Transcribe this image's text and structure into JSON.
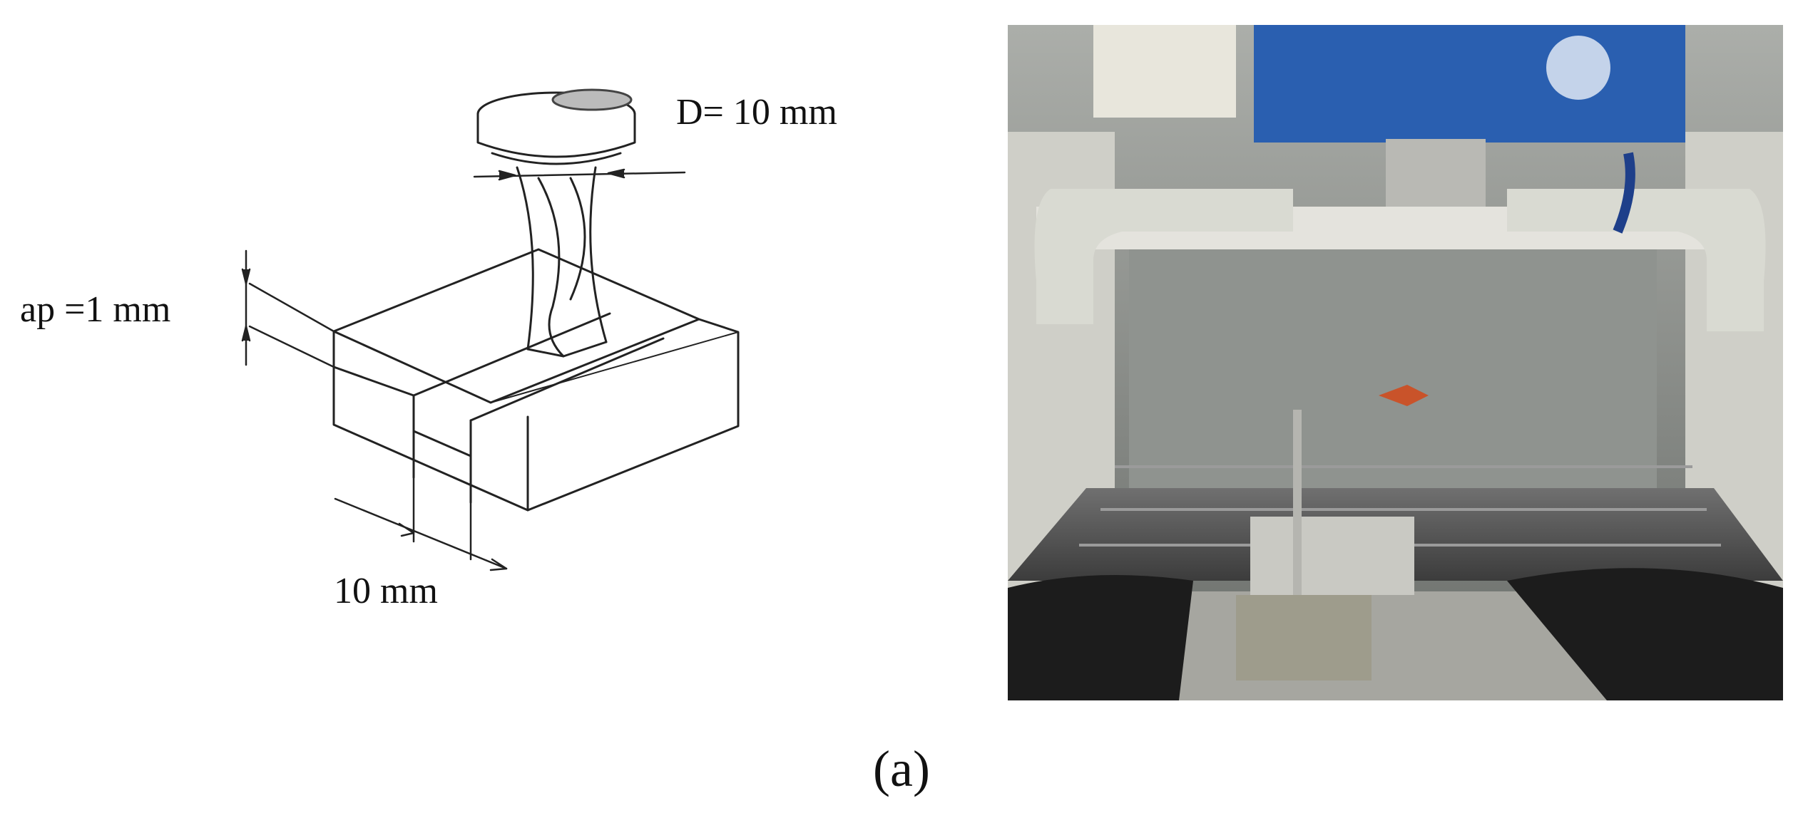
{
  "figure": {
    "caption": "(a)",
    "diagram": {
      "diameter_label": "D=  10 mm",
      "depth_label": "ap =1 mm",
      "width_label": "10 mm"
    },
    "photo": {
      "spindle_color": "#2a5fb0",
      "machine_interior_color": "#8f938f",
      "pipe_color": "#d9dad2"
    }
  }
}
